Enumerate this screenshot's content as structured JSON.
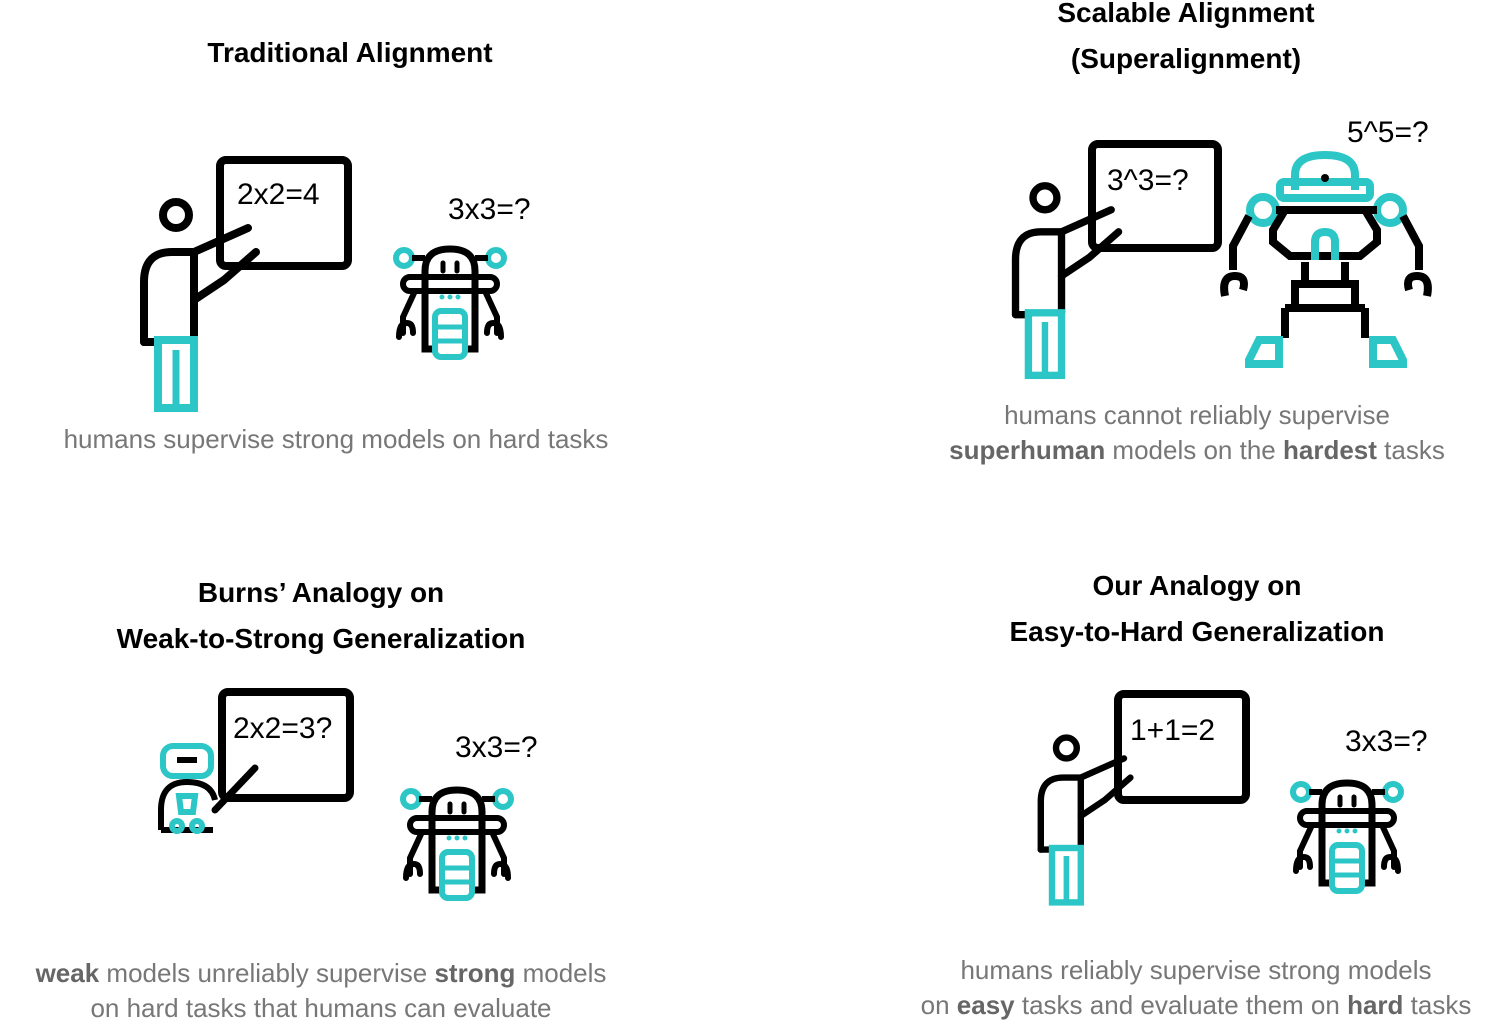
{
  "colors": {
    "accent": "#2cc6c6",
    "outline": "#000000",
    "caption": "#777777"
  },
  "panels": {
    "traditional": {
      "title": "Traditional Alignment",
      "board": "2x2=4",
      "question": "3x3=?",
      "caption": "humans supervise strong models on hard tasks"
    },
    "scalable": {
      "title_line1": "Scalable Alignment",
      "title_line2": "(Superalignment)",
      "board": "3^3=?",
      "question": "5^5=?",
      "caption_line1": "humans cannot reliably supervise",
      "caption_line2_bold1": "superhuman",
      "caption_line2_mid": " models on the ",
      "caption_line2_bold2": "hardest",
      "caption_line2_end": " tasks"
    },
    "burns": {
      "title_line1": "Burns’ Analogy on",
      "title_line2": "Weak-to-Strong Generalization",
      "board": "2x2=3?",
      "question": "3x3=?",
      "caption_line1_bold1": "weak",
      "caption_line1_mid": " models unreliably supervise ",
      "caption_line1_bold2": "strong",
      "caption_line1_end": " models",
      "caption_line2": "on hard tasks that humans can evaluate"
    },
    "ours": {
      "title_line1": "Our Analogy on",
      "title_line2": "Easy-to-Hard Generalization",
      "board": "1+1=2",
      "question": "3x3=?",
      "caption_line1": "humans reliably supervise strong models",
      "caption_line2_start": "on ",
      "caption_line2_bold1": "easy",
      "caption_line2_mid": " tasks and evaluate them on ",
      "caption_line2_bold2": "hard",
      "caption_line2_end": " tasks"
    }
  },
  "icons": [
    "teacher-icon",
    "blackboard-icon",
    "robot-icon",
    "large-robot-icon",
    "small-robot-icon"
  ]
}
